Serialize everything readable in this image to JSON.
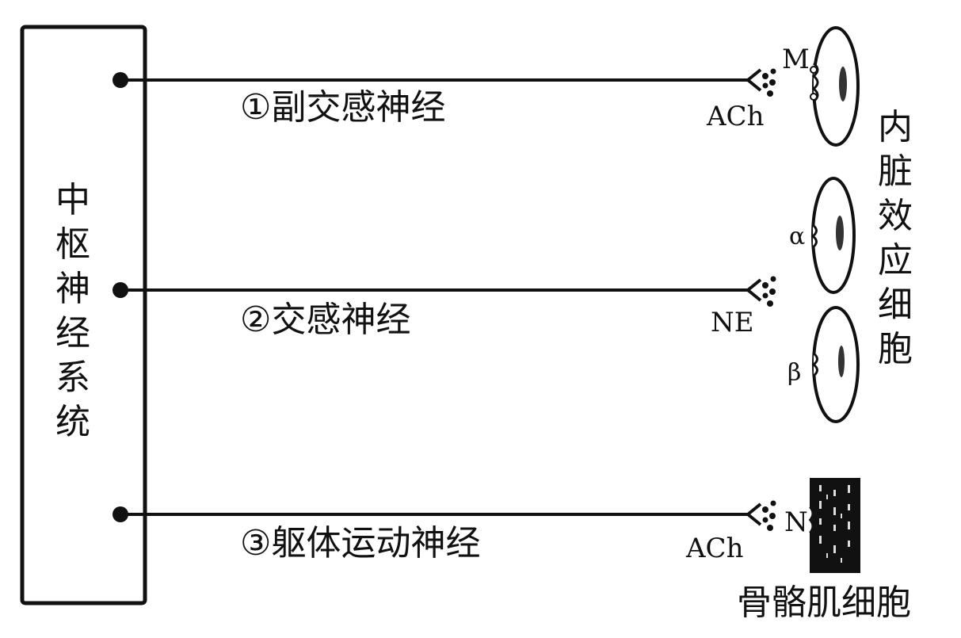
{
  "cns_label": "中枢神经系统",
  "nerves": [
    {
      "label": "①副交感神经",
      "transmitter": "ACh",
      "receptor": "M"
    },
    {
      "label": "②交感神经",
      "transmitter": "NE",
      "receptors": [
        "α",
        "β"
      ]
    },
    {
      "label": "③躯体运动神经",
      "transmitter": "ACh",
      "receptor": "N"
    }
  ],
  "visceral_cells_label": "内脏效应细胞",
  "skeletal_muscle_label": "骨骼肌细胞"
}
